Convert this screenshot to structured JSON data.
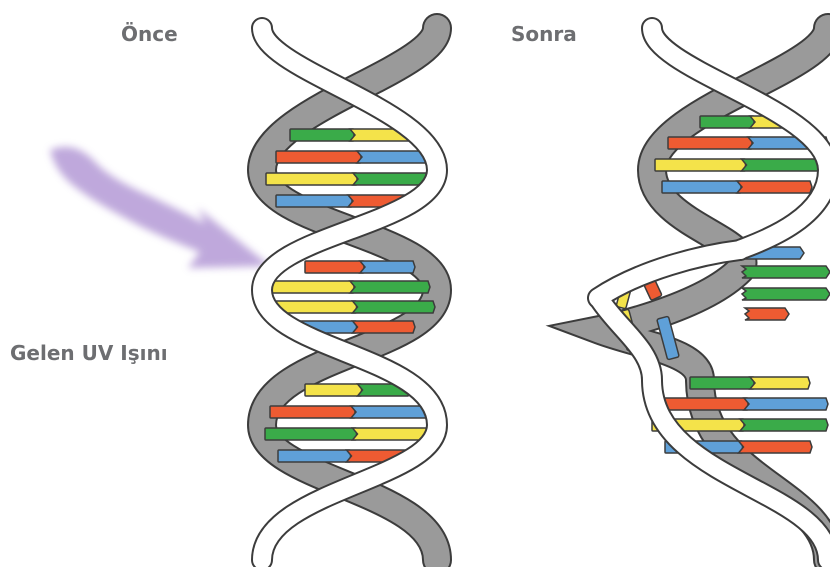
{
  "labels": {
    "before": "Önce",
    "after": "Sonra",
    "uv": "Gelen UV Işını"
  },
  "colors": {
    "green": "#3aab49",
    "yellow": "#f4e34a",
    "red": "#ee5b32",
    "blue": "#5fa0d8",
    "backbone_back": "#9a9a9a",
    "backbone_front": "#ffffff",
    "outline": "#3c3c3c",
    "uv_arrow": "#b49ad6"
  }
}
